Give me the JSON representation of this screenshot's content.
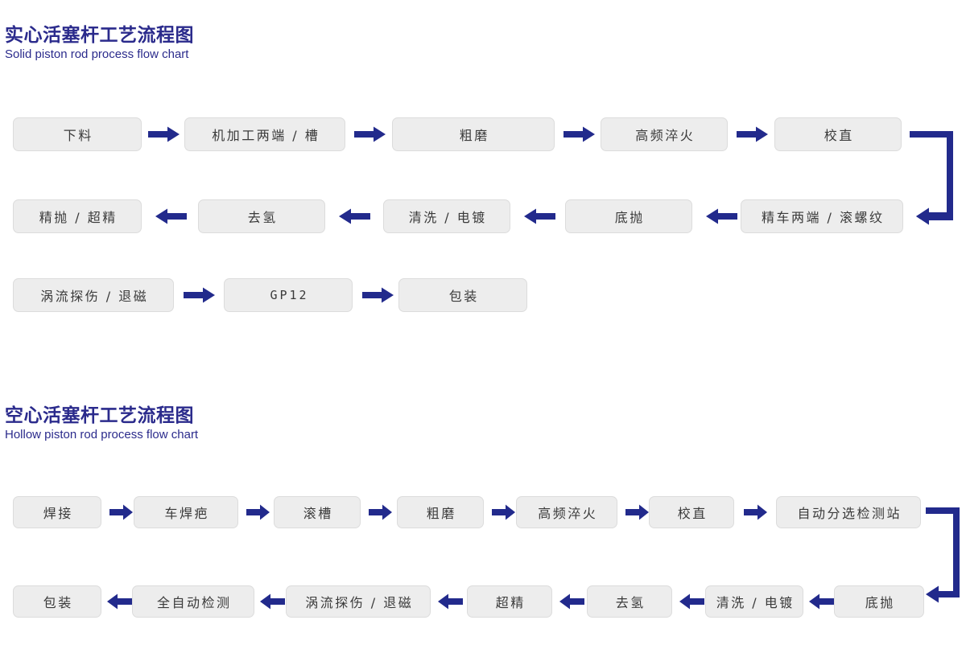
{
  "theme": {
    "brand_color": "#2b2b8c",
    "arrow_color": "#222a8c",
    "node_fill": "#ededed",
    "node_border": "#dcdcdc",
    "node_text": "#3a3a3a",
    "page_background": "#ffffff"
  },
  "sections": [
    {
      "id": "solid-piston-rod",
      "title": "实心活塞杆工艺流程图",
      "subtitle": "Solid piston rod process flow chart",
      "rows": [
        {
          "id": "solid-row-1",
          "direction": "left-to-right",
          "nodes": [
            {
              "label": "下料"
            },
            {
              "label": "机加工两端 / 槽"
            },
            {
              "label": "粗磨"
            },
            {
              "label": "高频淬火"
            },
            {
              "label": "校直"
            }
          ]
        },
        {
          "id": "solid-row-2",
          "direction": "right-to-left",
          "nodes": [
            {
              "label": "精抛 / 超精"
            },
            {
              "label": "去氢"
            },
            {
              "label": "清洗 / 电镀"
            },
            {
              "label": "底抛"
            },
            {
              "label": "精车两端 / 滚螺纹"
            }
          ]
        },
        {
          "id": "solid-row-3",
          "direction": "left-to-right",
          "nodes": [
            {
              "label": "涡流探伤 / 退磁"
            },
            {
              "label": "GP12",
              "mono": true
            },
            {
              "label": "包装"
            }
          ]
        }
      ]
    },
    {
      "id": "hollow-piston-rod",
      "title": "空心活塞杆工艺流程图",
      "subtitle": "Hollow piston rod process flow chart",
      "rows": [
        {
          "id": "hollow-row-1",
          "direction": "left-to-right",
          "nodes": [
            {
              "label": "焊接"
            },
            {
              "label": "车焊疤"
            },
            {
              "label": "滚槽"
            },
            {
              "label": "粗磨"
            },
            {
              "label": "高频淬火"
            },
            {
              "label": "校直"
            },
            {
              "label": "自动分选检测站"
            }
          ]
        },
        {
          "id": "hollow-row-2",
          "direction": "right-to-left",
          "nodes": [
            {
              "label": "包装"
            },
            {
              "label": "全自动检测"
            },
            {
              "label": "涡流探伤 / 退磁"
            },
            {
              "label": "超精"
            },
            {
              "label": "去氢"
            },
            {
              "label": "清洗 / 电镀"
            },
            {
              "label": "底抛"
            }
          ]
        }
      ]
    }
  ],
  "connectors": [
    {
      "id": "solid-wrap-connector",
      "name": "elbow-connector-down-left"
    },
    {
      "id": "hollow-wrap-connector",
      "name": "elbow-connector-down-left"
    }
  ]
}
